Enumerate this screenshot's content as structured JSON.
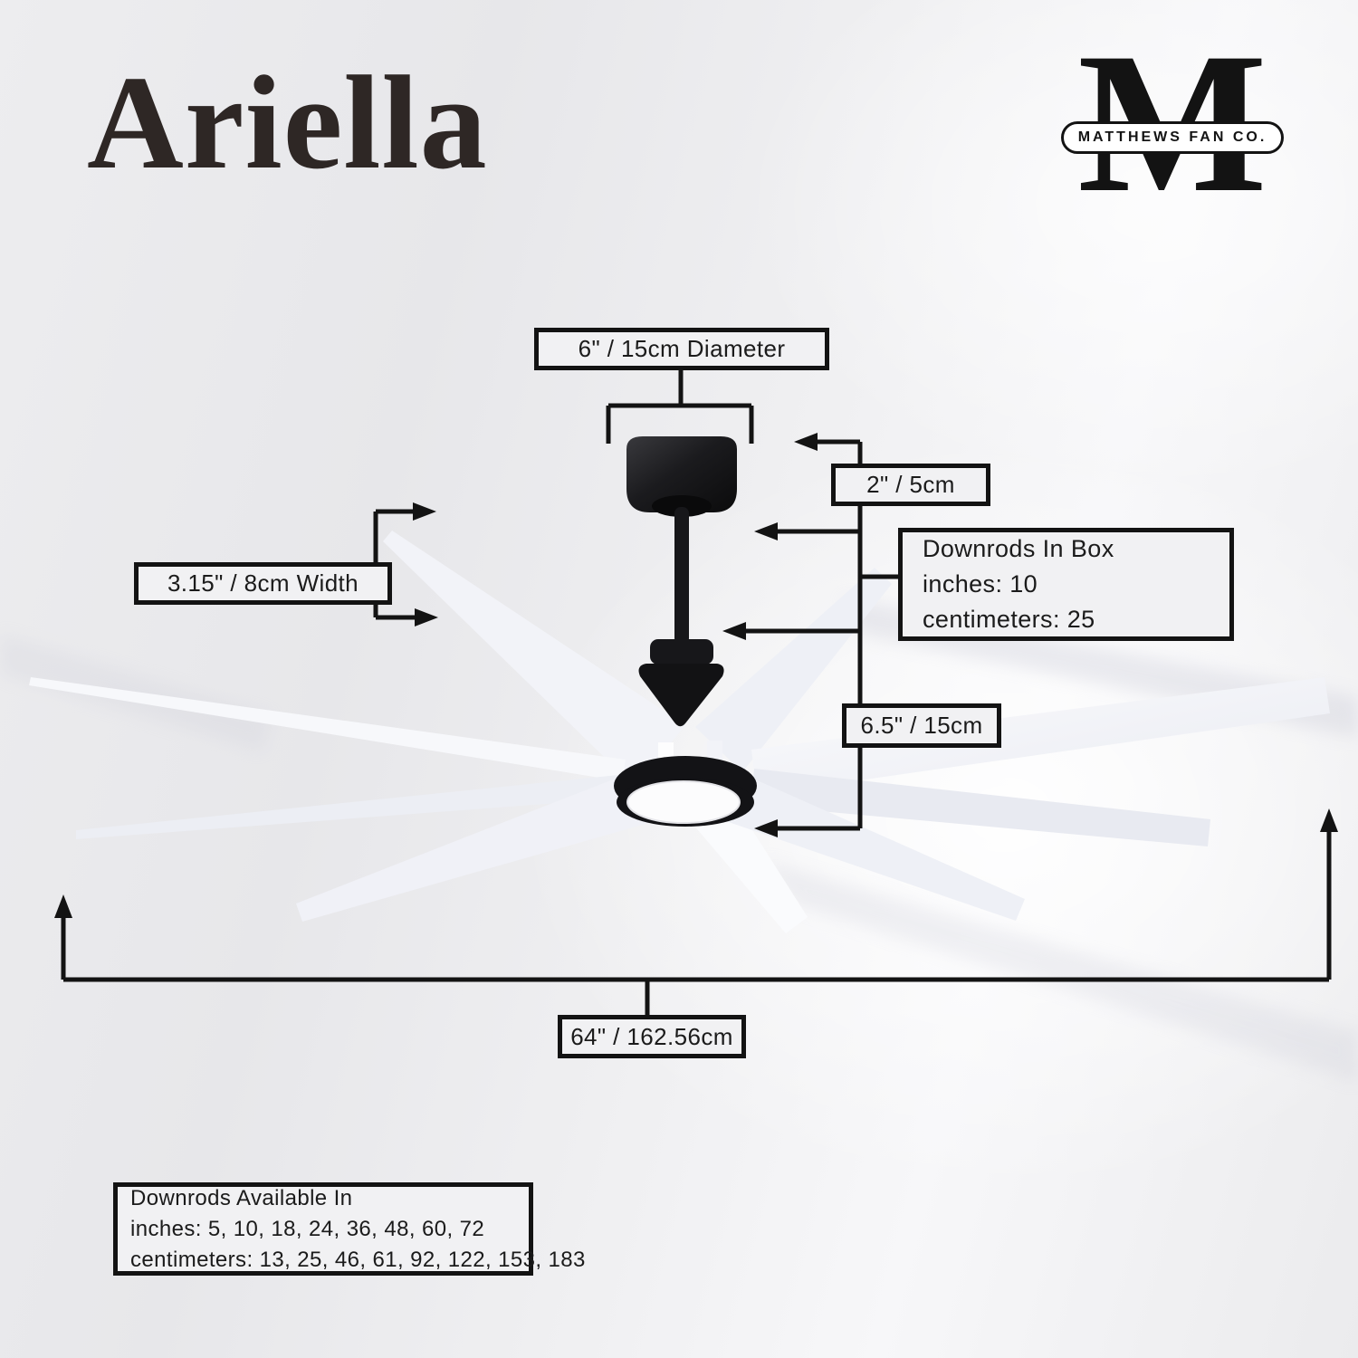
{
  "page": {
    "title": "Ariella"
  },
  "logo": {
    "monogram": "M",
    "company": "MATTHEWS FAN CO."
  },
  "labels": {
    "canopy_diameter": "6\" / 15cm Diameter",
    "downrod_width": "2\" / 5cm",
    "downrods_in_box": {
      "line1": "Downrods In Box",
      "line2": "inches: 10",
      "line3": "centimeters: 25"
    },
    "blade_width": "3.15\" / 8cm Width",
    "motor_height": "6.5\" / 15cm",
    "fan_span": "64\" / 162.56cm",
    "downrods_available": {
      "line1": "Downrods Available In",
      "line2": "inches: 5, 10, 18, 24, 36, 48, 60, 72",
      "line3": "centimeters: 13, 25, 46, 61, 92, 122, 153, 183"
    }
  },
  "colors": {
    "background": "#e9e9eb",
    "line": "#131313",
    "box_fill": "#f1f1f3",
    "fan_hardware": "#141416",
    "blade_white": "#f5f6fa",
    "title_text": "#2e2725"
  }
}
